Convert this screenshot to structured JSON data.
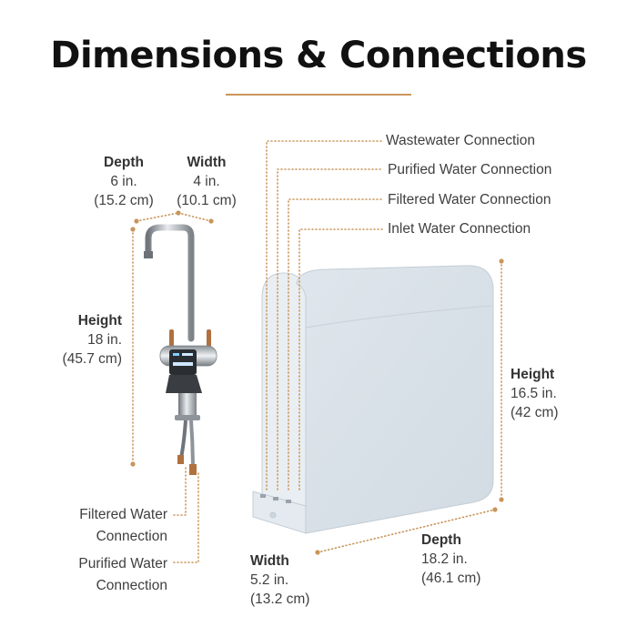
{
  "title": "Dimensions & Connections",
  "colors": {
    "accent": "#c9955a",
    "title_text": "#111111",
    "body_text": "#3f3f3f",
    "unit_body": "#dde4ea",
    "chrome": "#9aa0a6"
  },
  "faucet": {
    "depth": {
      "heading": "Depth",
      "inches": "6 in.",
      "cm": "(15.2 cm)"
    },
    "width": {
      "heading": "Width",
      "inches": "4 in.",
      "cm": "(10.1 cm)"
    },
    "height": {
      "heading": "Height",
      "inches": "18 in.",
      "cm": "(45.7 cm)"
    },
    "connections": [
      {
        "line1": "Filtered Water",
        "line2": "Connection"
      },
      {
        "line1": "Purified Water",
        "line2": "Connection"
      }
    ]
  },
  "unit": {
    "connections": [
      "Wastewater Connection",
      "Purified Water Connection",
      "Filtered Water Connection",
      "Inlet Water Connection"
    ],
    "height": {
      "heading": "Height",
      "inches": "16.5 in.",
      "cm": "(42 cm)"
    },
    "depth": {
      "heading": "Depth",
      "inches": "18.2 in.",
      "cm": "(46.1 cm)"
    },
    "width": {
      "heading": "Width",
      "inches": "5.2 in.",
      "cm": "(13.2 cm)"
    }
  }
}
